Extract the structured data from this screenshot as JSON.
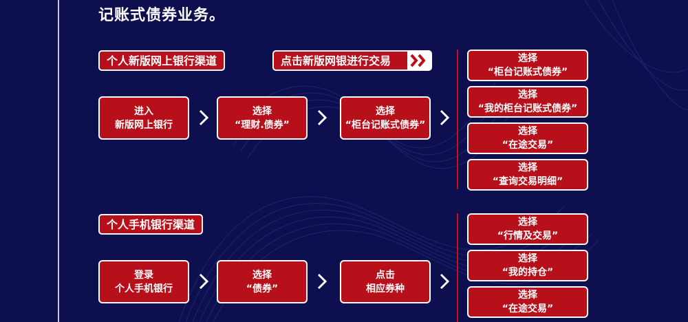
{
  "title": "记账式债券业务。",
  "online": {
    "channel_label": "个人新版网上银行渠道",
    "cta_label": "点击新版网银进行交易",
    "steps": [
      {
        "line1": "进入",
        "line2": "新版网上银行"
      },
      {
        "line1": "选择",
        "line2": "“理财.债券”"
      },
      {
        "line1": "选择",
        "line2": "“柜台记账式债券”"
      }
    ],
    "options": [
      {
        "line1": "选择",
        "line2": "“柜台记账式债券”"
      },
      {
        "line1": "选择",
        "line2": "“我的柜台记账式债券”"
      },
      {
        "line1": "选择",
        "line2": "“在途交易”"
      },
      {
        "line1": "选择",
        "line2": "“查询交易明细”"
      }
    ]
  },
  "mobile": {
    "channel_label": "个人手机银行渠道",
    "steps": [
      {
        "line1": "登录",
        "line2": "个人手机银行"
      },
      {
        "line1": "选择",
        "line2": "“债券”"
      },
      {
        "line1": "点击",
        "line2": "相应券种"
      }
    ],
    "options": [
      {
        "line1": "选择",
        "line2": "“行情及交易”"
      },
      {
        "line1": "选择",
        "line2": "“我的持仓”"
      },
      {
        "line1": "选择",
        "line2": "“在途交易”"
      }
    ]
  },
  "colors": {
    "background": "#0d0f4f",
    "accent": "#b8101a",
    "border": "#ffffff"
  }
}
